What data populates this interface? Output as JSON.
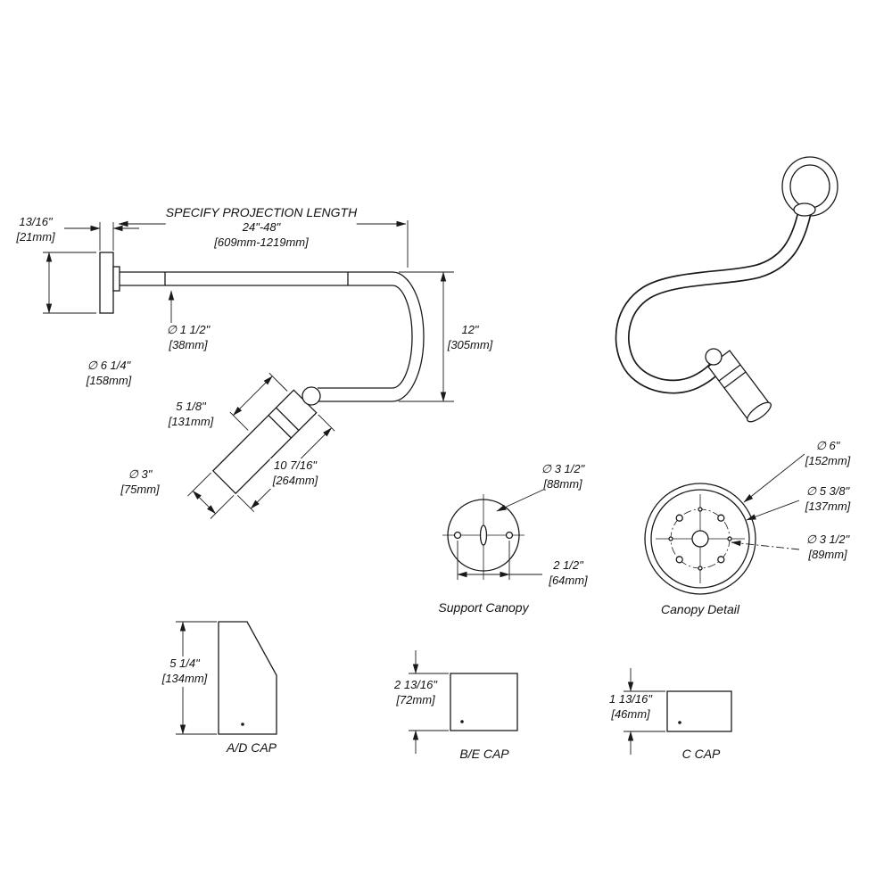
{
  "drawing": {
    "main_view": {
      "projection": {
        "title": "SPECIFY PROJECTION LENGTH",
        "range": "24\"-48\"",
        "range_mm": "[609mm-1219mm]"
      },
      "plate_thickness": {
        "in": "13/16\"",
        "mm": "[21mm]"
      },
      "pipe_diameter": {
        "in": "∅ 1 1/2\"",
        "mm": "[38mm]"
      },
      "backplate_diameter": {
        "in": "∅ 6 1/4\"",
        "mm": "[158mm]"
      },
      "drop": {
        "in": "12\"",
        "mm": "[305mm]"
      },
      "holder_length": {
        "in": "5 1/8\"",
        "mm": "[131mm]"
      },
      "holder_overall": {
        "in": "10 7/16\"",
        "mm": "[264mm]"
      },
      "holder_diameter": {
        "in": "∅ 3\"",
        "mm": "[75mm]"
      }
    },
    "support_canopy": {
      "caption": "Support Canopy",
      "diameter": {
        "in": "∅ 3 1/2\"",
        "mm": "[88mm]"
      },
      "hole_spacing": {
        "in": "2 1/2\"",
        "mm": "[64mm]"
      }
    },
    "canopy_detail": {
      "caption": "Canopy Detail",
      "outer_diameter": {
        "in": "∅ 6\"",
        "mm": "[152mm]"
      },
      "rim_diameter": {
        "in": "∅ 5 3/8\"",
        "mm": "[137mm]"
      },
      "bolt_circle_diameter": {
        "in": "∅ 3 1/2\"",
        "mm": "[89mm]"
      }
    },
    "caps": {
      "ad": {
        "caption": "A/D CAP",
        "height_in": "5 1/4\"",
        "height_mm": "[134mm]"
      },
      "be": {
        "caption": "B/E CAP",
        "height_in": "2 13/16\"",
        "height_mm": "[72mm]"
      },
      "c": {
        "caption": "C CAP",
        "height_in": "1 13/16\"",
        "height_mm": "[46mm]"
      }
    }
  }
}
